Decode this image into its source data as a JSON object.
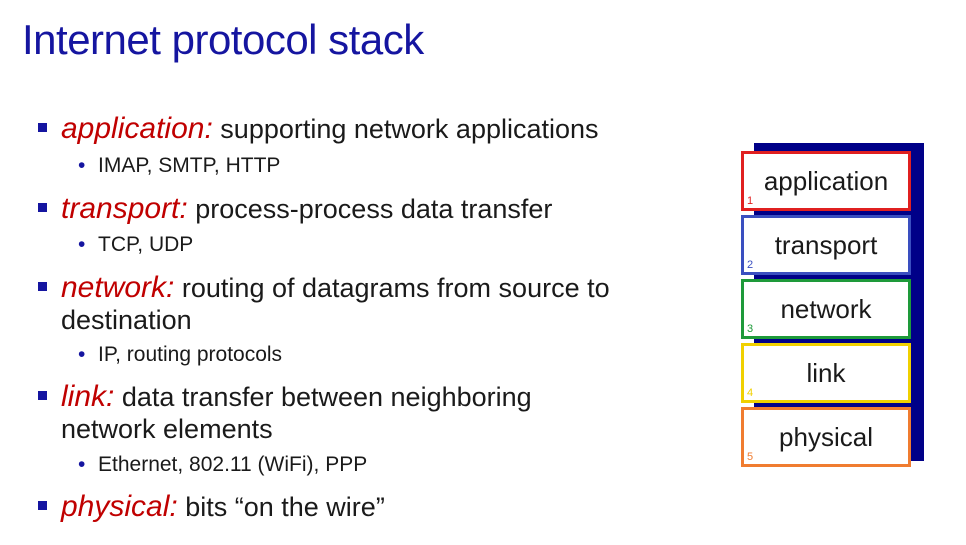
{
  "title": "Internet protocol stack",
  "bullets": [
    {
      "term": "application:",
      "desc": "supporting network applications",
      "sub": "IMAP, SMTP, HTTP"
    },
    {
      "term": "transport:",
      "desc": "process-process data transfer",
      "sub": "TCP, UDP"
    },
    {
      "term": "network:",
      "desc": "routing of datagrams from source to",
      "desc2": "destination",
      "sub": "IP, routing protocols"
    },
    {
      "term": "link:",
      "desc": "data transfer between neighboring",
      "desc2": "network elements",
      "sub": "Ethernet, 802.11 (WiFi), PPP"
    },
    {
      "term": "physical:",
      "desc": "bits “on the wire”"
    }
  ],
  "bullet_marker": "•",
  "stack": {
    "layers": [
      {
        "label": "application",
        "number": "1",
        "color": "#e02020"
      },
      {
        "label": "transport",
        "number": "2",
        "color": "#3a4fc0"
      },
      {
        "label": "network",
        "number": "3",
        "color": "#1e9a3a"
      },
      {
        "label": "link",
        "number": "4",
        "color": "#f0d000"
      },
      {
        "label": "physical",
        "number": "5",
        "color": "#f07c30"
      }
    ],
    "shadow_color": "#000088"
  },
  "colors": {
    "title": "#1515a0",
    "term": "#c00000",
    "bullet": "#1515a0"
  }
}
